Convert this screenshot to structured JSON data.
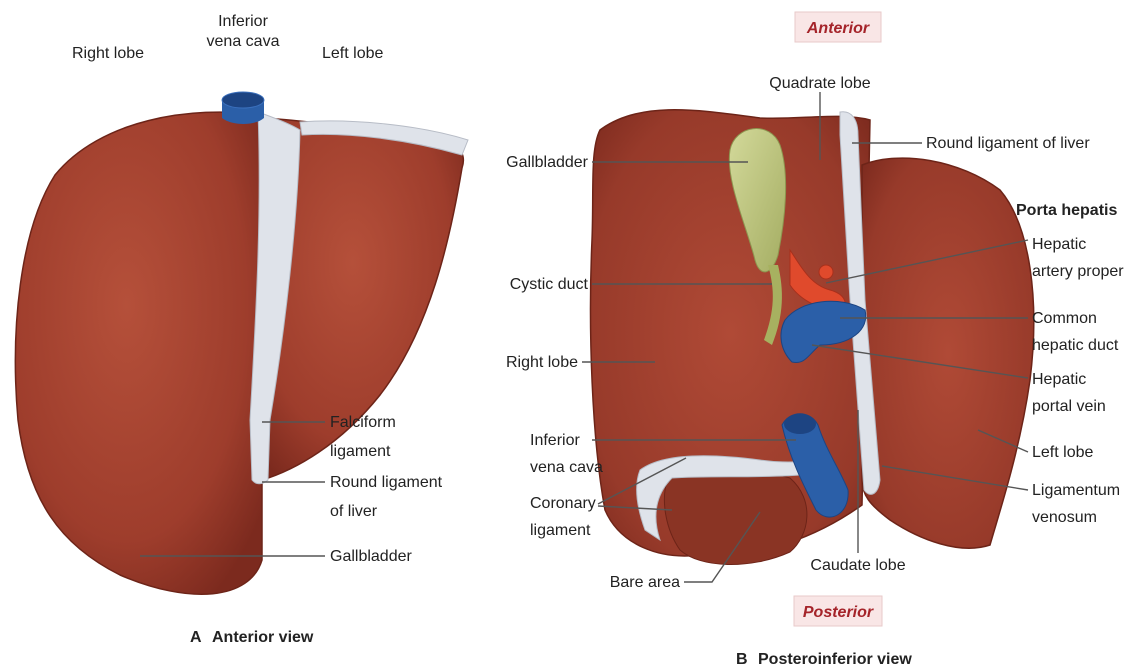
{
  "panel_a": {
    "labels": {
      "right_lobe": "Right lobe",
      "ivc_line1": "Inferior",
      "ivc_line2": "vena cava",
      "left_lobe": "Left lobe",
      "falciform_line1": "Falciform",
      "falciform_line2": "ligament",
      "round_lig_line1": "Round ligament",
      "round_lig_line2": "of liver",
      "gallbladder": "Gallbladder"
    },
    "caption_letter": "A",
    "caption": "Anterior view"
  },
  "panel_b": {
    "orientation_top": "Anterior",
    "orientation_bottom": "Posterior",
    "labels": {
      "quadrate_lobe": "Quadrate lobe",
      "round_ligament": "Round ligament of liver",
      "gallbladder": "Gallbladder",
      "porta_hepatis": "Porta hepatis",
      "hepatic_artery_line1": "Hepatic",
      "hepatic_artery_line2": "artery proper",
      "cystic_duct": "Cystic duct",
      "common_hepatic_line1": "Common",
      "common_hepatic_line2": "hepatic duct",
      "right_lobe": "Right lobe",
      "portal_vein_line1": "Hepatic",
      "portal_vein_line2": "portal vein",
      "ivc_line1": "Inferior",
      "ivc_line2": "vena cava",
      "left_lobe": "Left lobe",
      "coronary_line1": "Coronary",
      "coronary_line2": "ligament",
      "lig_venosum_line1": "Ligamentum",
      "lig_venosum_line2": "venosum",
      "caudate_lobe": "Caudate lobe",
      "bare_area": "Bare area"
    },
    "caption_letter": "B",
    "caption": "Posteroinferior view"
  },
  "colors": {
    "liver": "#9e3d2c",
    "liver_dark": "#7c2a1e",
    "ligament": "#dfe3ea",
    "vein": "#2b5fa8",
    "artery": "#e04a2c",
    "gallbladder": "#b9c27a",
    "orientation_box": "#f9e6e6"
  }
}
